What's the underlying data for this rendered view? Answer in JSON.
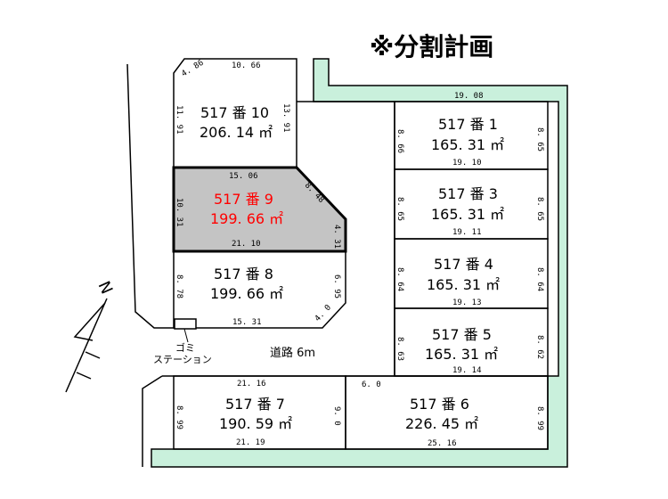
{
  "title": "※分割計画",
  "colors": {
    "green": "#c9f0dc",
    "highlight_fill": "#c4c4c4",
    "highlight_text": "#ff0000",
    "line": "#000000"
  },
  "north_label": "N",
  "road_label": "道路 6m",
  "garbage_station": [
    "ゴミ",
    "ステーション"
  ],
  "lots": [
    {
      "name": "517 番 10",
      "area": "206. 14 ㎡"
    },
    {
      "name": "517 番 9",
      "area": "199. 66 ㎡"
    },
    {
      "name": "517 番 8",
      "area": "199. 66 ㎡"
    },
    {
      "name": "517 番 1",
      "area": "165. 31 ㎡"
    },
    {
      "name": "517 番 3",
      "area": "165. 31 ㎡"
    },
    {
      "name": "517 番 4",
      "area": "165. 31 ㎡"
    },
    {
      "name": "517 番 5",
      "area": "165. 31 ㎡"
    },
    {
      "name": "517 番 7",
      "area": "190. 59 ㎡"
    },
    {
      "name": "517 番 6",
      "area": "226. 45 ㎡"
    }
  ],
  "dims": {
    "l10_diag": "4. 86",
    "l10_top": "10. 66",
    "l10_left": "11. 91",
    "l10_right": "13. 91",
    "l9_top": "15. 06",
    "l9_diag": "8. 48",
    "l9_left": "10. 31",
    "l9_right": "4. 31",
    "l9_bottom": "21. 10",
    "l8_left": "8. 78",
    "l8_right": "6. 95",
    "l8_diag": "4. 0",
    "l8_bottom": "15. 31",
    "l1_top": "19. 08",
    "l1_left": "8. 66",
    "l1_right": "8. 65",
    "l1_bottom": "19. 10",
    "l3_left": "8. 65",
    "l3_right": "8. 65",
    "l3_bottom": "19. 11",
    "l4_left": "8. 64",
    "l4_right": "8. 64",
    "l4_bottom": "19. 13",
    "l5_left": "8. 63",
    "l5_right": "8. 62",
    "l5_bottom": "19. 14",
    "l7_top": "21. 16",
    "l7_left": "8. 99",
    "l7_right": "9. 0",
    "l7_bottom": "21. 19",
    "l6_top": "6. 0",
    "l6_right": "8. 99",
    "l6_bottom": "25. 16"
  }
}
